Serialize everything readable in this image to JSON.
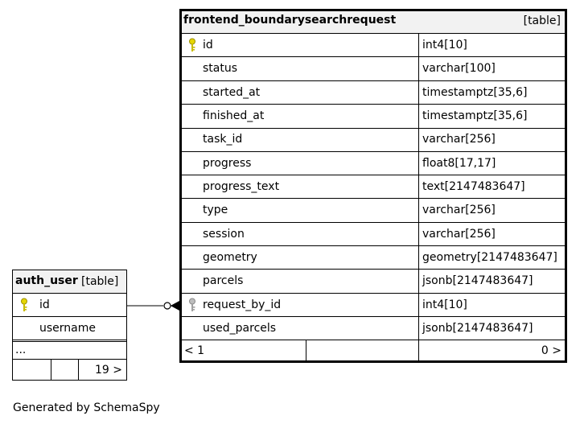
{
  "main_table": {
    "name": "frontend_boundarysearchrequest",
    "kind": "[table]",
    "columns": [
      {
        "name": "id",
        "type": "int4[10]",
        "key": "primary"
      },
      {
        "name": "status",
        "type": "varchar[100]",
        "key": ""
      },
      {
        "name": "started_at",
        "type": "timestamptz[35,6]",
        "key": ""
      },
      {
        "name": "finished_at",
        "type": "timestamptz[35,6]",
        "key": ""
      },
      {
        "name": "task_id",
        "type": "varchar[256]",
        "key": ""
      },
      {
        "name": "progress",
        "type": "float8[17,17]",
        "key": ""
      },
      {
        "name": "progress_text",
        "type": "text[2147483647]",
        "key": ""
      },
      {
        "name": "type",
        "type": "varchar[256]",
        "key": ""
      },
      {
        "name": "session",
        "type": "varchar[256]",
        "key": ""
      },
      {
        "name": "geometry",
        "type": "geometry[2147483647]",
        "key": ""
      },
      {
        "name": "parcels",
        "type": "jsonb[2147483647]",
        "key": ""
      },
      {
        "name": "request_by_id",
        "type": "int4[10]",
        "key": "foreign"
      },
      {
        "name": "used_parcels",
        "type": "jsonb[2147483647]",
        "key": ""
      }
    ],
    "footer": {
      "parents": "< 1",
      "middle": "",
      "children": "0 >"
    }
  },
  "related_table": {
    "name": "auth_user",
    "kind": "[table]",
    "columns": [
      {
        "name": "id",
        "type": "",
        "key": "primary"
      },
      {
        "name": "username",
        "type": "",
        "key": ""
      }
    ],
    "more": "...",
    "footer": {
      "parents": "",
      "middle": "",
      "children": "19 >"
    }
  },
  "generated_by": "Generated by SchemaSpy",
  "colors": {
    "primary_key": "#e6d600",
    "foreign_key": "#a0a0a0",
    "header_bg": "#f2f2f2",
    "border": "#000000"
  }
}
